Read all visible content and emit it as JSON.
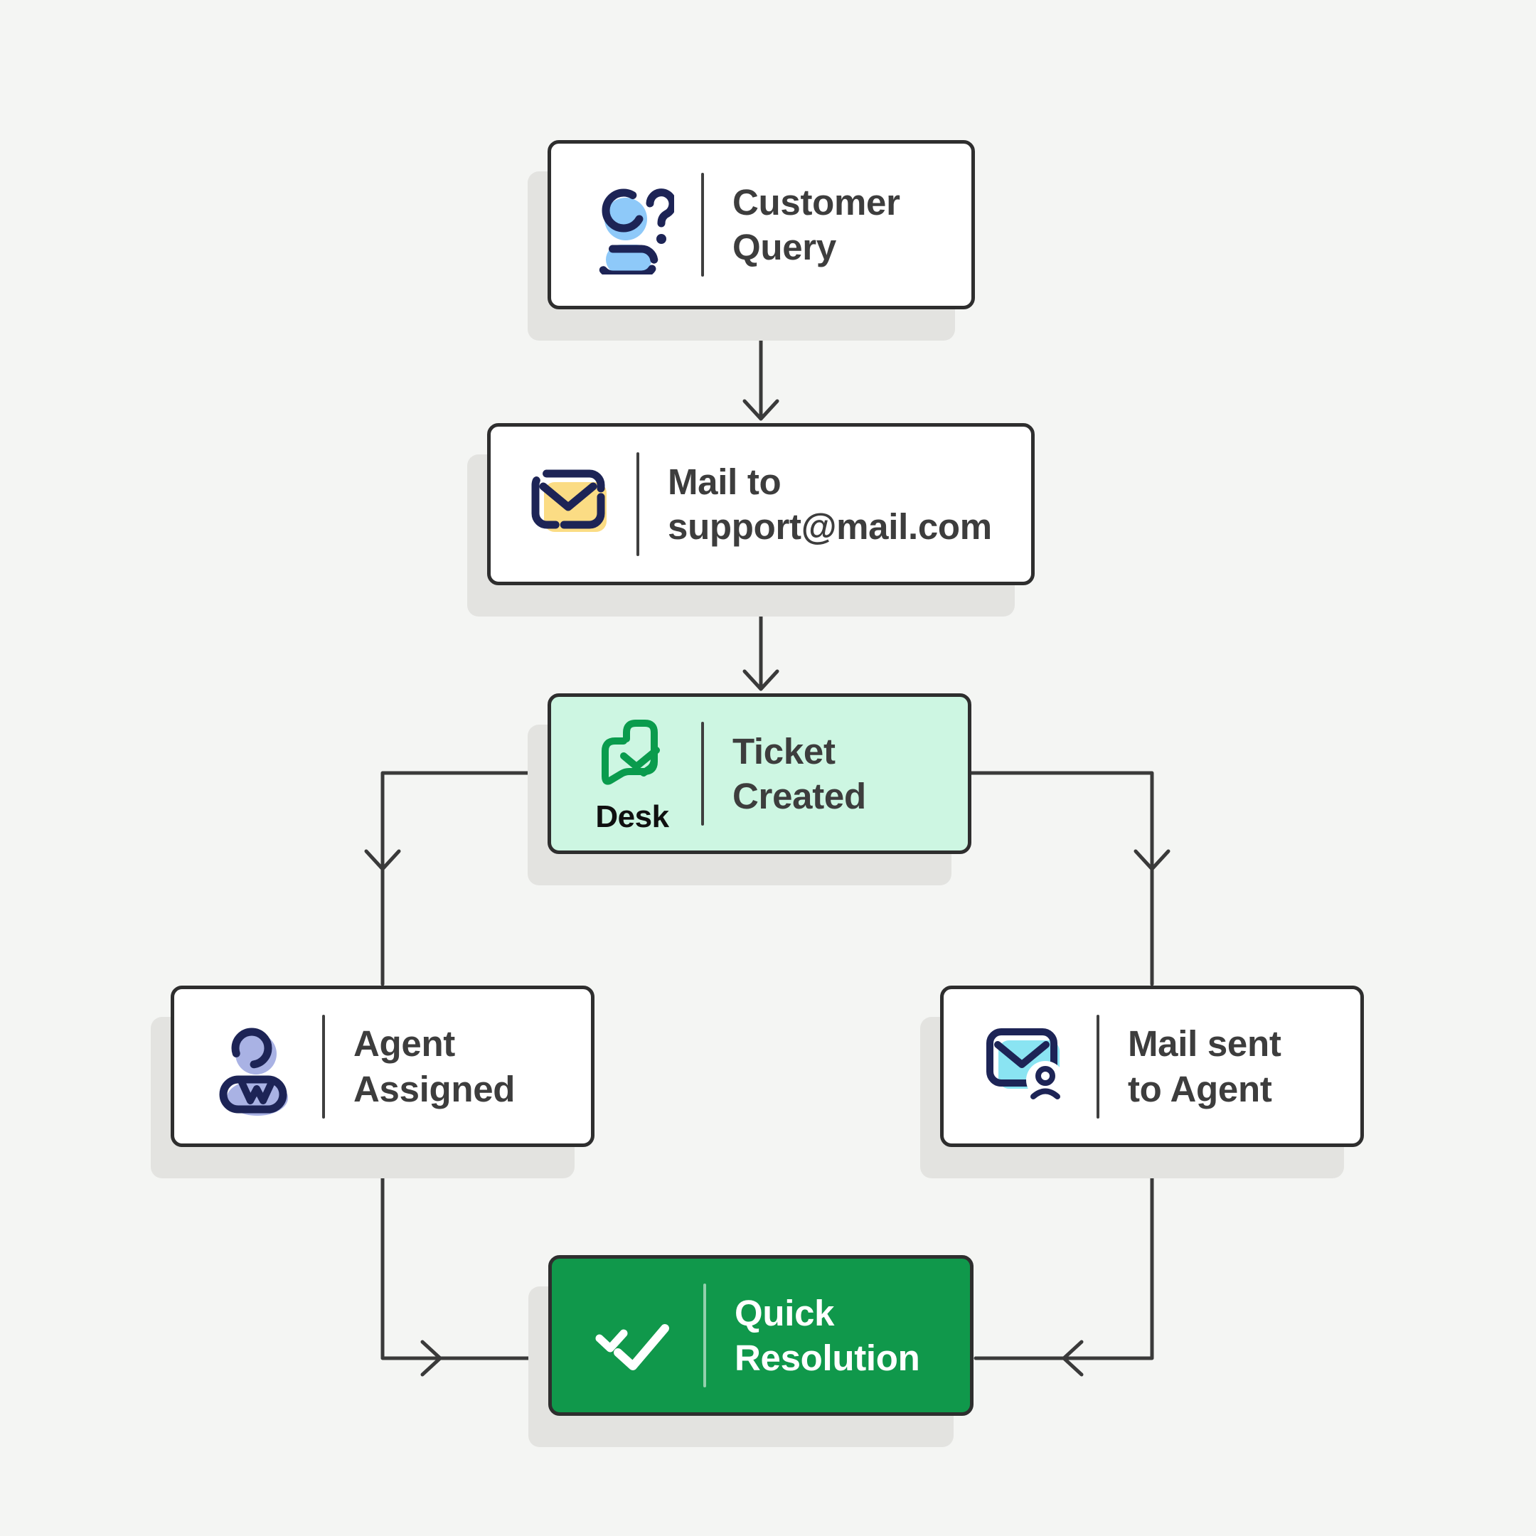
{
  "colors": {
    "canvas_bg": "#f4f5f3",
    "node_bg": "#ffffff",
    "node_border": "#2e2e2e",
    "node_shadow": "#e3e3e0",
    "text_dark": "#3d3d3d",
    "connector": "#3a3a3a",
    "mint_bg": "#cdf6e2",
    "brand_green": "#0a9b4d",
    "success_green": "#10984b",
    "navy": "#1d2456",
    "sky_blue": "#8ec9f9",
    "yellow": "#fbdc84",
    "periwinkle": "#a9b2e4",
    "cyan": "#8ae4f2"
  },
  "nodes": {
    "customer_query": {
      "line1": "Customer",
      "line2": "Query",
      "icon": "person-question-icon"
    },
    "mail_to_support": {
      "line1": "Mail to",
      "line2": "support@mail.com",
      "icon": "envelope-icon"
    },
    "ticket_created": {
      "line1": "Ticket",
      "line2": "Created",
      "icon": "zoho-desk-logo",
      "caption": "Desk"
    },
    "agent_assigned": {
      "line1": "Agent",
      "line2": "Assigned",
      "icon": "agent-person-icon"
    },
    "mail_sent_to_agent": {
      "line1": "Mail sent",
      "line2": "to Agent",
      "icon": "envelope-person-icon"
    },
    "quick_resolution": {
      "line1": "Quick",
      "line2": "Resolution",
      "icon": "double-check-icon"
    }
  },
  "edges": [
    {
      "from": "customer_query",
      "to": "mail_to_support"
    },
    {
      "from": "mail_to_support",
      "to": "ticket_created"
    },
    {
      "from": "ticket_created",
      "to": "agent_assigned"
    },
    {
      "from": "ticket_created",
      "to": "mail_sent_to_agent"
    },
    {
      "from": "agent_assigned",
      "to": "quick_resolution"
    },
    {
      "from": "mail_sent_to_agent",
      "to": "quick_resolution"
    }
  ]
}
